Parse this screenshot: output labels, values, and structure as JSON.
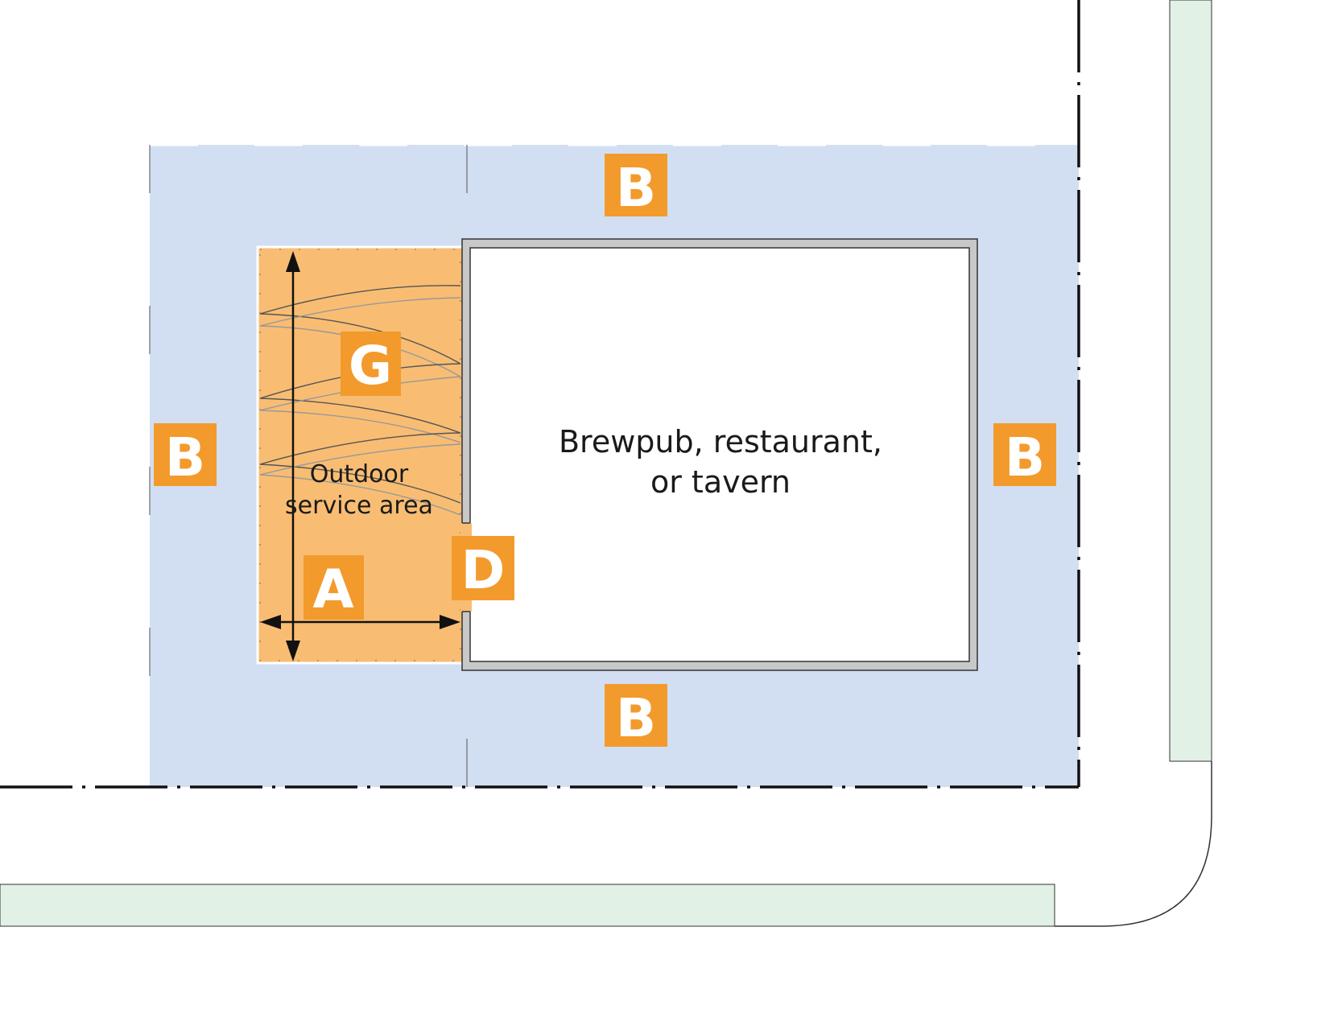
{
  "building": {
    "label_line1": "Brewpub, restaurant,",
    "label_line2": "or tavern"
  },
  "outdoor_area": {
    "label_line1": "Outdoor",
    "label_line2": "service area"
  },
  "badges": {
    "top": "B",
    "left": "B",
    "right": "B",
    "bottom": "B",
    "g": "G",
    "a": "A",
    "d": "D"
  },
  "colors": {
    "setback": "#d2dff2",
    "outdoor": "#f8bd73",
    "badge": "#f39a2c",
    "sidewalk": "#e1f1e6",
    "wall": "#c8c8c8",
    "line": "#111111"
  },
  "icons": {
    "lot_line": "dash-dot-line",
    "dimension_arrow": "double-headed-arrow",
    "umbrella_strings": "string-lights"
  }
}
